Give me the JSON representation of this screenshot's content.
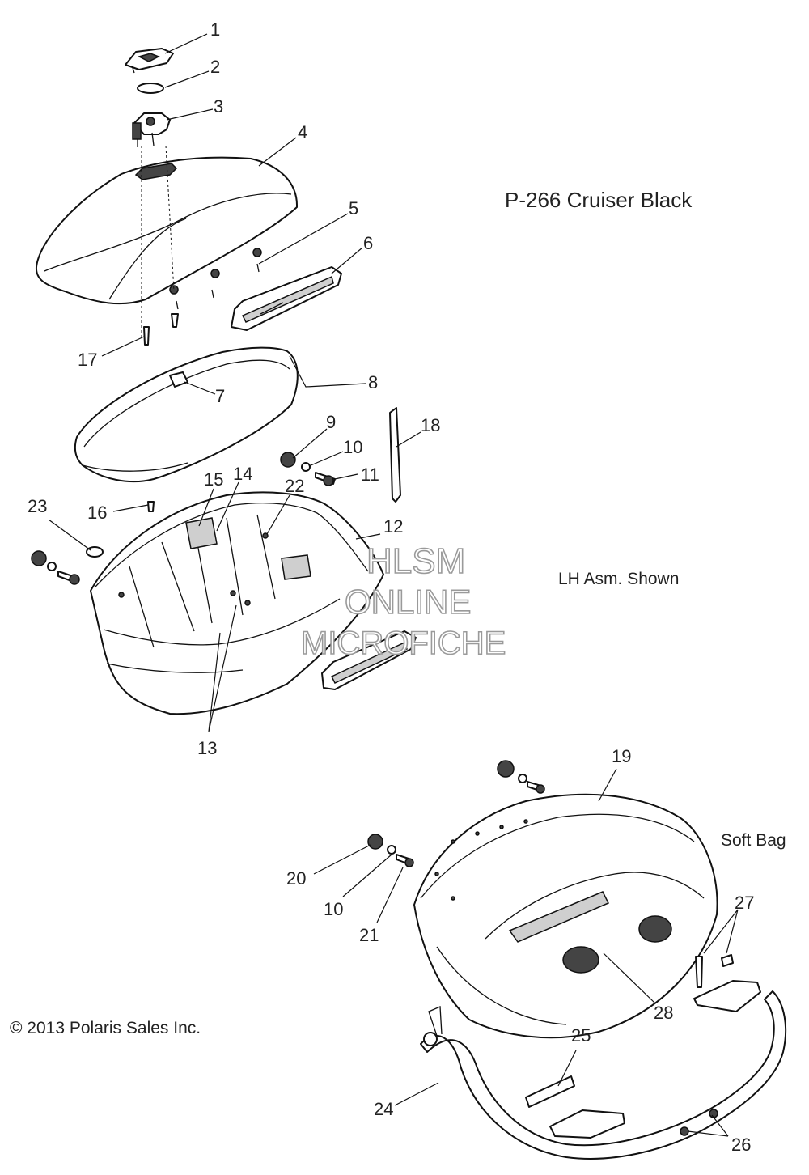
{
  "diagram": {
    "title": "P-266  Cruiser Black",
    "notes": [
      "LH Asm. Shown",
      "Soft Bag"
    ],
    "copyright": "© 2013 Polaris Sales Inc.",
    "watermark": [
      "HLSM",
      "ONLINE",
      "MICROFICHE"
    ],
    "callouts": [
      "1",
      "2",
      "3",
      "4",
      "5",
      "6",
      "17",
      "7",
      "8",
      "18",
      "9",
      "10",
      "11",
      "15",
      "14",
      "22",
      "23",
      "16",
      "12",
      "13",
      "19",
      "20",
      "10",
      "21",
      "27",
      "28",
      "25",
      "24",
      "26"
    ]
  }
}
